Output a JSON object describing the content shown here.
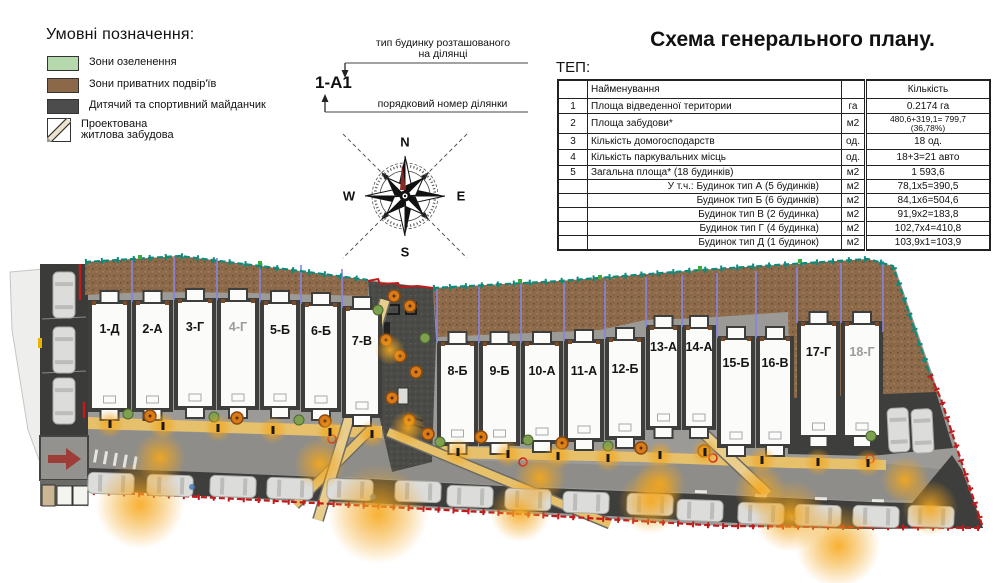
{
  "header": {
    "title": "Схема генерального плану.",
    "tep_label": "ТЕП:"
  },
  "legend": {
    "title": "Умовні позначення:",
    "items": [
      {
        "name": "green-zones",
        "label": "Зони озеленення",
        "color": "#b5d9ac",
        "type": "fill"
      },
      {
        "name": "private-yards",
        "label": "Зони приватних подвір'їв",
        "color": "#8a6848",
        "type": "fill"
      },
      {
        "name": "playground",
        "label": "Дитячий та спортивний майданчик",
        "color": "#4c4c4c",
        "type": "fill"
      },
      {
        "name": "projected-housing",
        "label": "Проектована\nжитлова забудова",
        "color": "#ece4cc",
        "type": "hatch"
      }
    ]
  },
  "notation": {
    "code": "1-А1",
    "type_label": "тип будинку розташованого\nна ділянці",
    "number_label": "порядковий номер ділянки"
  },
  "compass": {
    "n": "N",
    "e": "E",
    "s": "S",
    "w": "W"
  },
  "tep_table": {
    "columns": {
      "name": "Найменування",
      "qty": "Кількість"
    },
    "rows": [
      {
        "n": "1",
        "name": "Площа відведенної територии",
        "unit": "га",
        "value": "0.2174 га",
        "value2": "",
        "sub": false
      },
      {
        "n": "2",
        "name": "Площа забудови*",
        "unit": "м2",
        "value": "480,6+319,1= 799,7",
        "value2": "(36,78%)",
        "sub": false
      },
      {
        "n": "3",
        "name": "Кількість домогосподарств",
        "unit": "од.",
        "value": "18 од.",
        "value2": "",
        "sub": false
      },
      {
        "n": "4",
        "name": "Кількість паркувальних місць",
        "unit": "од.",
        "value": "18+3=21 авто",
        "value2": "",
        "sub": false
      },
      {
        "n": "5",
        "name": "Загальна площа* (18 будинків)",
        "unit": "м2",
        "value": "1 593,6",
        "value2": "",
        "sub": false
      },
      {
        "n": "",
        "name": "У т.ч.: Будинок тип А (5 будинків)",
        "unit": "м2",
        "value": "78,1x5=390,5",
        "value2": "",
        "sub": true
      },
      {
        "n": "",
        "name": "Будинок тип Б (6 будинків)",
        "unit": "м2",
        "value": "84,1x6=504,6",
        "value2": "",
        "sub": true
      },
      {
        "n": "",
        "name": "Будинок тип В (2 будинка)",
        "unit": "м2",
        "value": "91,9x2=183,8",
        "value2": "",
        "sub": true
      },
      {
        "n": "",
        "name": "Будинок тип Г (4 будинка)",
        "unit": "м2",
        "value": "102,7x4=410,8",
        "value2": "",
        "sub": true
      },
      {
        "n": "",
        "name": "Будинок тип Д (1 будинок)",
        "unit": "м2",
        "value": "103,9x1=103,9",
        "value2": "",
        "sub": true
      }
    ]
  },
  "site_plan": {
    "buildings": [
      {
        "label": "1-Д",
        "muted": false
      },
      {
        "label": "2-А",
        "muted": false
      },
      {
        "label": "3-Г",
        "muted": false
      },
      {
        "label": "4-Г",
        "muted": true
      },
      {
        "label": "5-Б",
        "muted": false
      },
      {
        "label": "6-Б",
        "muted": false
      },
      {
        "label": "7-В",
        "muted": false
      },
      {
        "label": "8-Б",
        "muted": false
      },
      {
        "label": "9-Б",
        "muted": false
      },
      {
        "label": "10-А",
        "muted": false
      },
      {
        "label": "11-А",
        "muted": false
      },
      {
        "label": "12-Б",
        "muted": false
      },
      {
        "label": "13-А",
        "muted": false
      },
      {
        "label": "14-А",
        "muted": false
      },
      {
        "label": "15-Б",
        "muted": false
      },
      {
        "label": "16-В",
        "muted": false
      },
      {
        "label": "17-Г",
        "muted": false
      },
      {
        "label": "18-Г",
        "muted": true
      }
    ],
    "colors": {
      "allotment_boundary": "#0e8a7c",
      "red_boundary": "#c11b1b",
      "plot_divider": "#8585e0",
      "muted_label": "#9b9b9b"
    }
  }
}
